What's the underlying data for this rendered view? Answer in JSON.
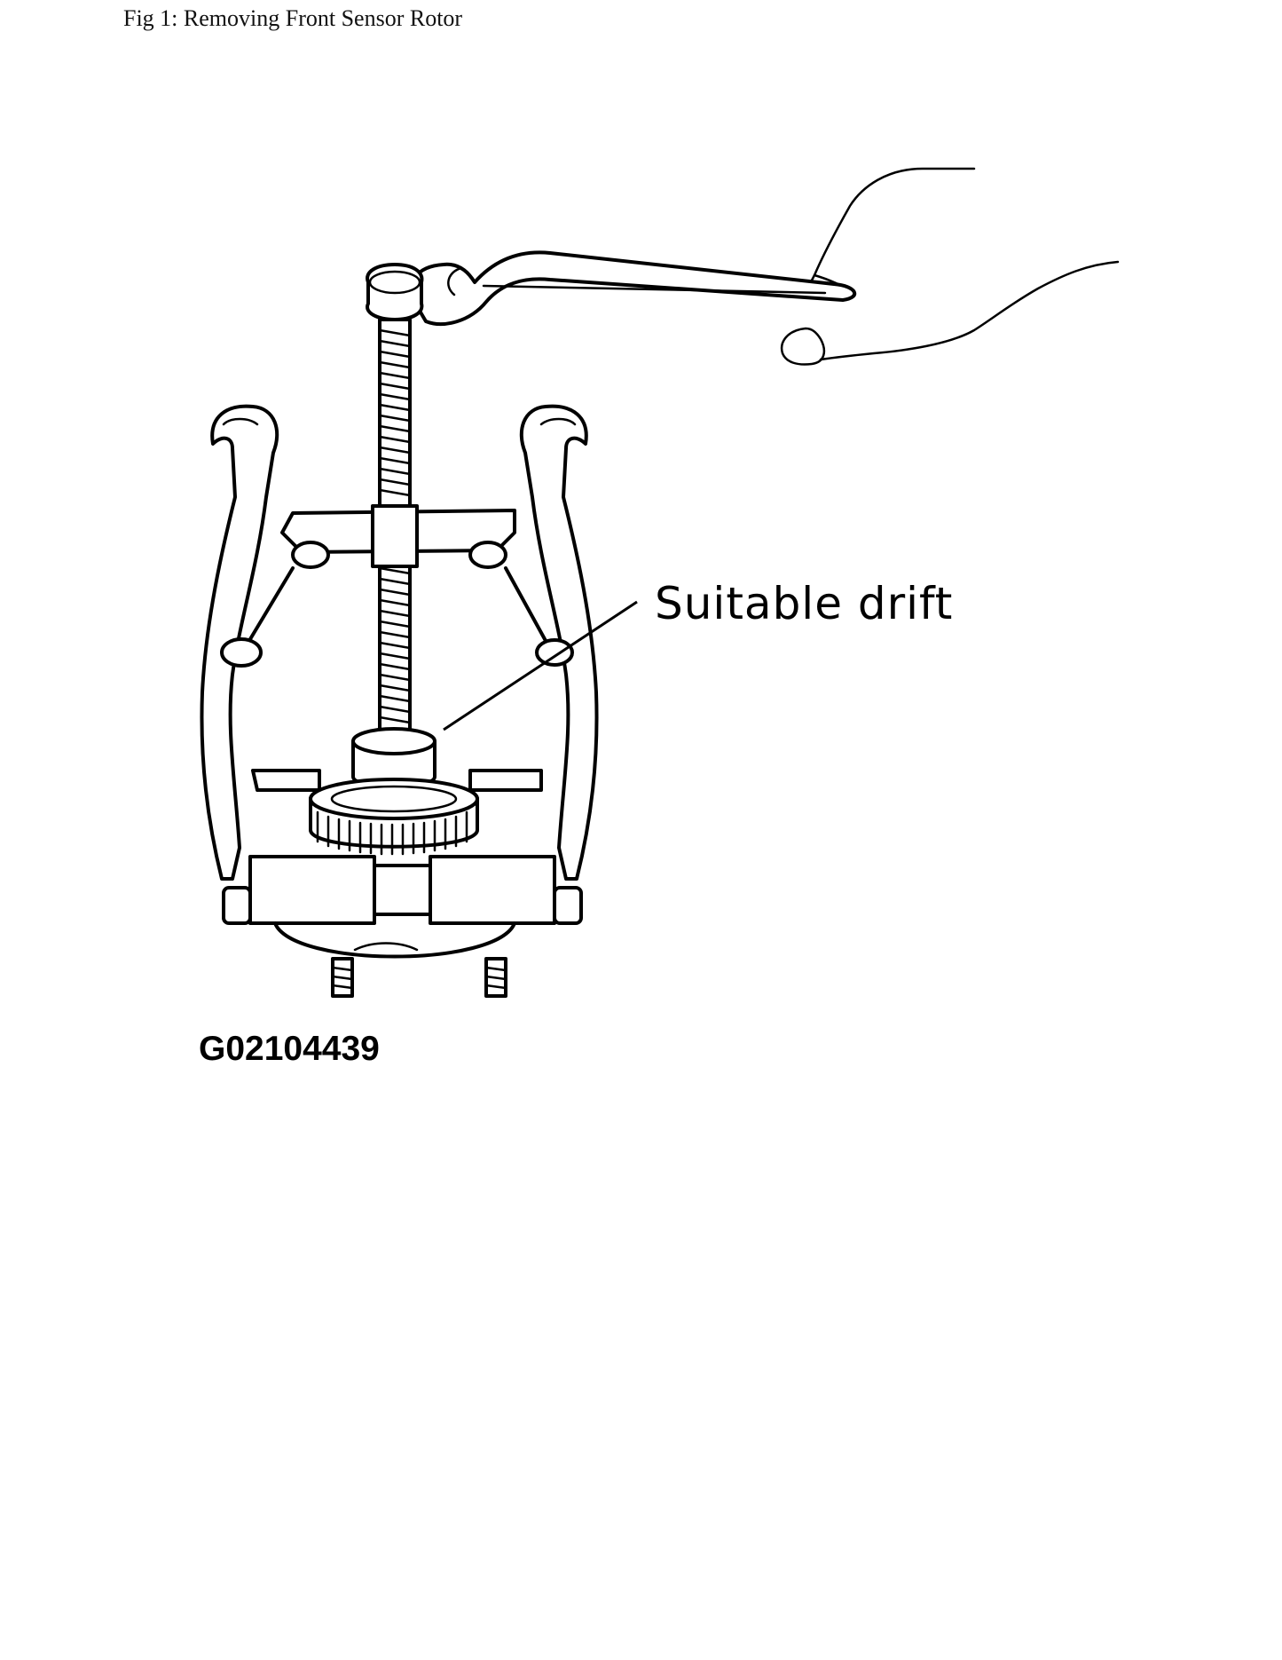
{
  "caption": "Fig 1: Removing Front Sensor Rotor",
  "diagram": {
    "callout_label": "Suitable drift",
    "figure_code": "G02104439",
    "depicts": [
      "puller-tool",
      "wrench",
      "hand",
      "drift",
      "sensor-rotor",
      "hub-assembly"
    ]
  }
}
